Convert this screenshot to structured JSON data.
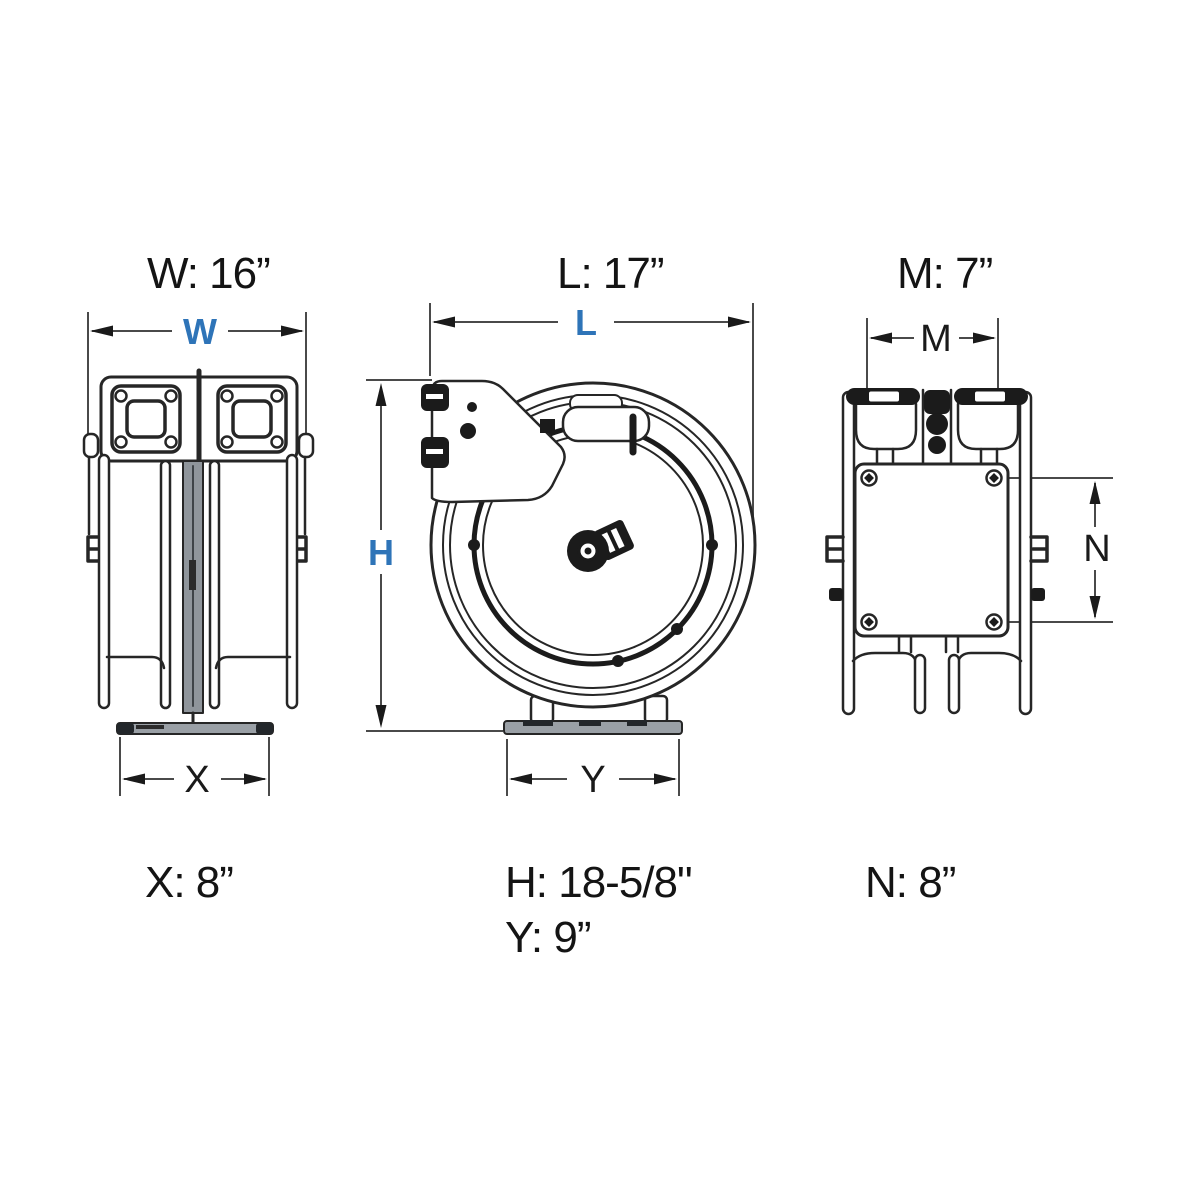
{
  "figure": {
    "type": "technical-dimension-drawing",
    "subject": "spring-driven dual hose reel shown in three orthographic views (front, side, rear)"
  },
  "colors": {
    "background": "#ffffff",
    "line": "#262626",
    "dim_line": "#4a4a4a",
    "blue_letter": "#2e74b8",
    "black_letter": "#1a1a1a",
    "gray_fill": "#9aa0a6"
  },
  "dimension_letters": {
    "W": "W",
    "L": "L",
    "M": "M",
    "H": "H",
    "N": "N",
    "X": "X",
    "Y": "Y"
  },
  "dimension_values": {
    "W": "16”",
    "L": "17”",
    "M": "7”",
    "H": "18-5/8\"",
    "N": "8”",
    "X": "8”",
    "Y": "9”"
  },
  "captions": {
    "W": "W: 16”",
    "L": "L: 17”",
    "M": "M: 7”",
    "X": "X: 8”",
    "H": "H: 18-5/8\"",
    "Y": "Y: 9”",
    "N": "N: 8”"
  }
}
